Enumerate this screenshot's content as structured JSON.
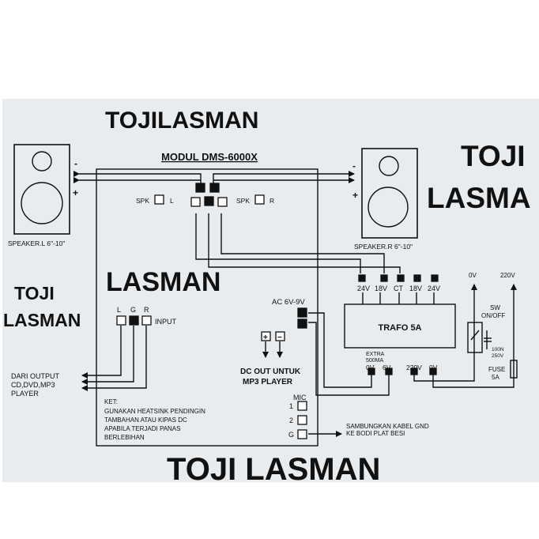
{
  "watermarks": {
    "top": "TOJILASMAN",
    "right_line1": "TOJI",
    "right_line2": "LASMA",
    "middle": "LASMAN",
    "left_line1": "TOJI",
    "left_line2": "LASMAN",
    "bottom": "TOJI LASMAN"
  },
  "module": {
    "title": "MODUL DMS-6000X"
  },
  "speaker_left": {
    "label": "SPEAKER.L 6\"-10\"",
    "spk_label": "SPK",
    "channel": "L"
  },
  "speaker_right": {
    "label": "SPEAKER.R 6\"-10\"",
    "spk_label": "SPK",
    "channel": "R"
  },
  "polarity": {
    "minus": "-",
    "plus": "+"
  },
  "input": {
    "l": "L",
    "g": "G",
    "r": "R",
    "label": "INPUT"
  },
  "source": {
    "line1": "DARI OUTPUT",
    "line2": "CD,DVD,MP3",
    "line3": "PLAYER"
  },
  "ac_input": {
    "label": "AC  6V-9V"
  },
  "dc_out": {
    "plus": "+",
    "minus": "−",
    "line1": "DC OUT UNTUK",
    "line2": "MP3 PLAYER"
  },
  "transformer": {
    "taps": [
      "24V",
      "18V",
      "CT",
      "18V",
      "24V"
    ],
    "name": "TRAFO 5A",
    "extra1": "EXTRA",
    "extra2": "500MA",
    "bottom": [
      "0V",
      "6V",
      "220V",
      "0V"
    ]
  },
  "mains": {
    "v0": "0V",
    "v220": "220V",
    "switch1": "SW",
    "switch2": "ON/OFF",
    "cap1": "100N",
    "cap2": "250V",
    "fuse1": "FUSE",
    "fuse2": "5A"
  },
  "mic": {
    "title": "MIC",
    "pins": [
      "1",
      "2",
      "G"
    ]
  },
  "gnd_note": {
    "line1": "SAMBUNGKAN KABEL GND",
    "line2": "KE BODI PLAT BESI"
  },
  "note": {
    "title": "KET:",
    "line1": "GUNAKAN HEATSINK PENDINGIN",
    "line2": "TAMBAHAN ATAU KIPAS DC",
    "line3": "APABILA TERJADI PANAS",
    "line4": "BERLEBIHAN"
  }
}
